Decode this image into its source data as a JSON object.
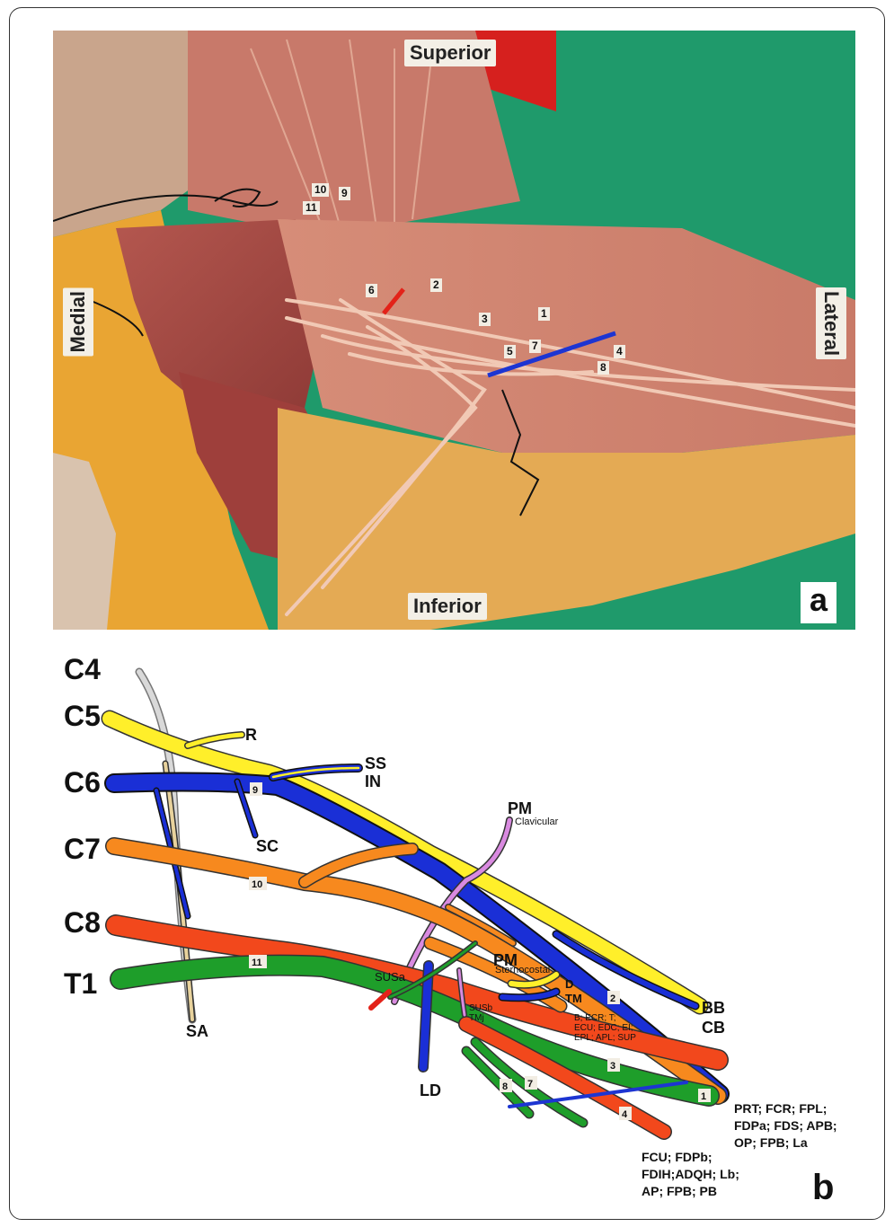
{
  "photo": {
    "orientation": {
      "superior": "Superior",
      "inferior": "Inferior",
      "medial": "Medial",
      "lateral": "Lateral"
    },
    "numbers": [
      "1",
      "2",
      "3",
      "4",
      "5",
      "6",
      "7",
      "8",
      "9",
      "10",
      "11"
    ],
    "panel_letter": "a"
  },
  "diagram": {
    "roots": [
      "C4",
      "C5",
      "C6",
      "C7",
      "C8",
      "T1"
    ],
    "labels": {
      "R": "R",
      "SS": "SS",
      "IN": "IN",
      "SC": "SC",
      "SA": "SA",
      "PM_top": "PM",
      "clavicular": "Clavicular",
      "PM_bottom": "PM",
      "sternocostal": "Sternocostal",
      "SUSa": "SUSa",
      "SUSb": "SUSb",
      "TMj": "TMj",
      "D": "D",
      "TM": "TM",
      "LD": "LD",
      "BB": "BB",
      "CB": "CB",
      "radial_muscles_1": "B; ECR; T;",
      "radial_muscles_2": "ECU; EDC; EI;",
      "radial_muscles_3": "EPL; APL; SUP",
      "median_muscles_1": "PRT; FCR; FPL;",
      "median_muscles_2": "FDPa; FDS; APB;",
      "median_muscles_3": "OP; FPB; La",
      "ulnar_muscles_1": "FCU; FDPb;",
      "ulnar_muscles_2": "FDIH;ADQH; Lb;",
      "ulnar_muscles_3": "AP; FPB; PB"
    },
    "numbers": [
      "1",
      "2",
      "3",
      "4",
      "7",
      "8",
      "9",
      "10",
      "11"
    ],
    "panel_letter": "b",
    "colors": {
      "C5": "#ffef2a",
      "C6": "#1a2fd6",
      "C7": "#f7891e",
      "C8": "#f2481c",
      "T1": "#1e9e2a",
      "C4": "#d3d3d3",
      "red_line": "#e32219",
      "blue_line": "#1d35d2"
    }
  }
}
